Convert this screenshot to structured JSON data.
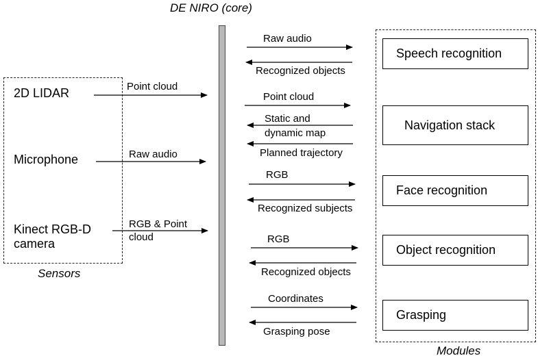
{
  "core": {
    "title": "DE NIRO (core)"
  },
  "sensors": {
    "caption": "Sensors",
    "items": [
      {
        "label": "2D LIDAR",
        "output": "Point cloud"
      },
      {
        "label": "Microphone",
        "output": "Raw audio"
      },
      {
        "label_lines": [
          "Kinect RGB-D",
          "camera"
        ],
        "output_lines": [
          "RGB & Point",
          "cloud"
        ]
      }
    ]
  },
  "modules": {
    "caption": "Modules",
    "items": [
      {
        "label": "Speech recognition",
        "to_module": "Raw audio",
        "from_module": "Recognized objects"
      },
      {
        "label": "Navigation stack",
        "to_module": "Point cloud",
        "from_module_lines": [
          "Static and",
          "dynamic map"
        ],
        "from_module_2": "Planned trajectory"
      },
      {
        "label": "Face recognition",
        "to_module": "RGB",
        "from_module": "Recognized subjects"
      },
      {
        "label": "Object recognition",
        "to_module": "RGB",
        "from_module": "Recognized objects"
      },
      {
        "label": "Grasping",
        "to_module": "Coordinates",
        "from_module": "Grasping pose"
      }
    ]
  }
}
